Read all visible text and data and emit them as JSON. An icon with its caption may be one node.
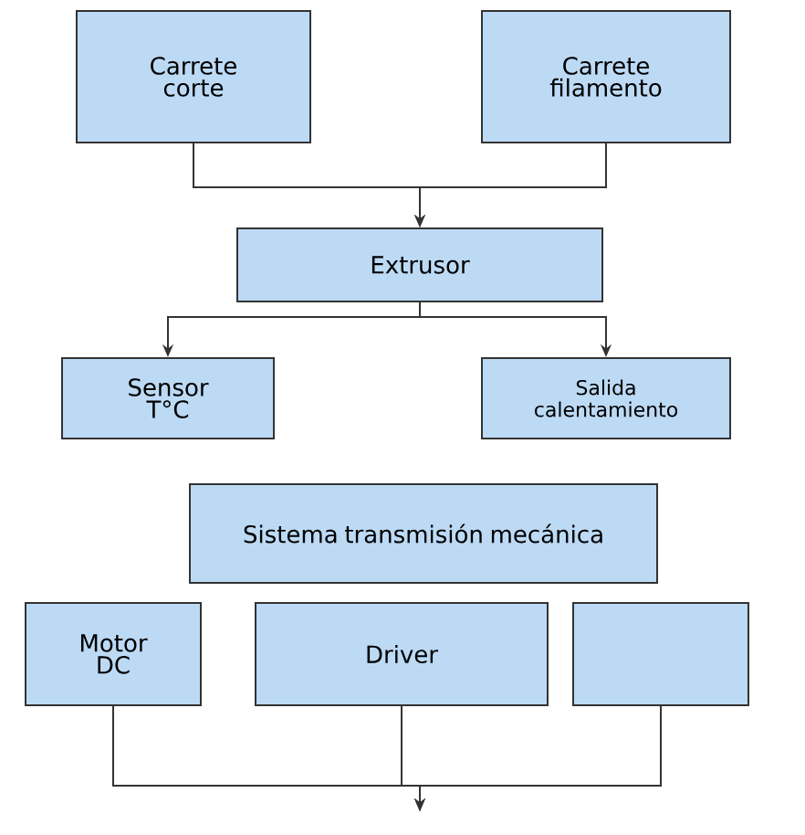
{
  "diagram": {
    "nodes": [
      {
        "text": [
          "Carrete corte"
        ]
      },
      {
        "text": [
          "Carrete filamento"
        ]
      },
      {
        "text": [
          "Extrusor"
        ]
      },
      {
        "text": [
          "Sensor T°C"
        ]
      },
      {
        "text": [
          "Salida calentamiento"
        ]
      },
      {
        "text": [
          "Sistema transmisión mecánica"
        ]
      },
      {
        "text": [
          "Motor DC"
        ]
      },
      {
        "text": [
          "Driver"
        ]
      },
      {
        "text": [],
        "shape": "box"
      }
    ],
    "edges": [
      {
        "from": 0,
        "to": 2,
        "arrow": "to"
      },
      {
        "from": 1,
        "to": 2,
        "arrow": "to"
      },
      {
        "from": 2,
        "to": 3,
        "arrow": "to"
      },
      {
        "from": 2,
        "to": 4,
        "arrow": "to"
      },
      {
        "from": 6,
        "to": null,
        "arrow": "to"
      },
      {
        "from": 7,
        "to": null,
        "arrow": "to"
      },
      {
        "from": 8,
        "to": null,
        "arrow": "to"
      }
    ]
  }
}
